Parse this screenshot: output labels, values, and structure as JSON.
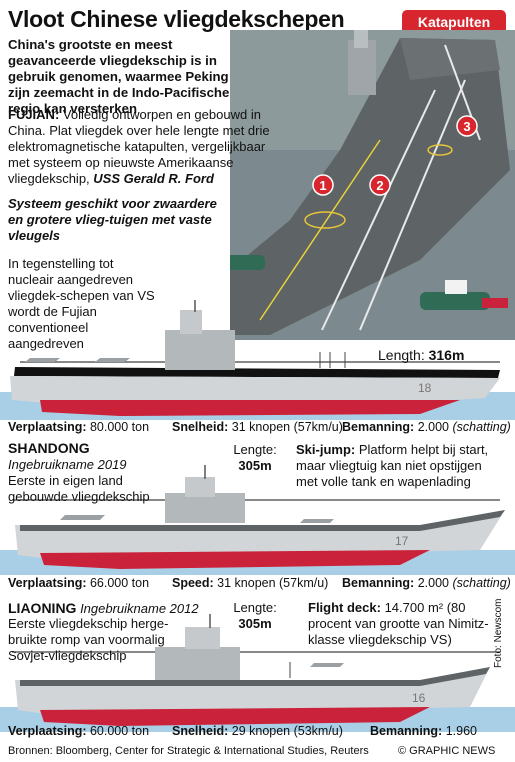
{
  "title": "Vloot Chinese vliegdekschepen",
  "badge": "Katapulten",
  "intro": "China's grootste en meest geavanceerde vliegdekschip is in gebruik genomen, waarmee Peking zijn zeemacht in de Indo-Pacifische regio kan versterken",
  "fujian": {
    "name": "FUJIAN:",
    "text1": " Volledig ontworpen en gebouwd in China. Plat vliegdek over hele lengte met drie elektromagnetische katapulten, vergelijkbaar met systeem op nieuwste Amerikaanse vliegdekschip, ",
    "text2": "USS Gerald R. Ford"
  },
  "system_note": "Systeem geschikt voor zwaardere en grotere vlieg-tuigen met vaste vleugels",
  "nuclear_note": "In tegenstelling tot nucleair aangedreven vliegdek-schepen van VS wordt de Fujian conventioneel aangedreven",
  "catapults": [
    "1",
    "2",
    "3"
  ],
  "fujian_ship": {
    "length_label": "Length: ",
    "length_value": "316m",
    "hull_number": "18",
    "stats": {
      "displacement_label": "Verplaatsing:",
      "displacement_value": " 80.000 ton",
      "speed_label": "Snelheid:",
      "speed_value": " 31 knopen (57km/u)",
      "crew_label": "Bemanning:",
      "crew_value": " 2.000",
      "crew_note": " (schatting)"
    }
  },
  "shandong": {
    "name": "SHANDONG",
    "commissioned": "Ingebruikname 2019",
    "desc": "Eerste in eigen land gebouwde vliegdekschip",
    "length_label": "Lengte:",
    "length_value": "305m",
    "note_label": "Ski-jump:",
    "note_text": " Platform helpt bij start, maar vliegtuig kan niet opstijgen met volle tank en wapenlading",
    "hull_number": "17",
    "stats": {
      "displacement_label": "Verplaatsing:",
      "displacement_value": " 66.000 ton",
      "speed_label": "Speed:",
      "speed_value": " 31 knopen (57km/u)",
      "crew_label": "Bemanning:",
      "crew_value": " 2.000",
      "crew_note": " (schatting)"
    }
  },
  "liaoning": {
    "name": "LIAONING",
    "commissioned": " Ingebruikname 2012",
    "desc": "Eerste vliegdekschip herge-bruikte romp van voormalig Sovjet-vliegdekschip",
    "length_label": "Lengte:",
    "length_value": "305m",
    "note_label": "Flight deck:",
    "note_text": " 14.700 m² (80 procent van grootte van Nimitz-klasse vliegdekschip VS)",
    "hull_number": "16",
    "stats": {
      "displacement_label": "Verplaatsing:",
      "displacement_value": " 60.000 ton",
      "speed_label": "Snelheid:",
      "speed_value": " 29 knopen (53km/u)",
      "crew_label": "Bemanning:",
      "crew_value": " 1.960"
    }
  },
  "sources": "Bronnen: Bloomberg, Center for Strategic & International Studies, Reuters",
  "copyright": "© GRAPHIC NEWS",
  "photo_credit": "Foto: Newscom",
  "colors": {
    "accent": "#d8262e",
    "hull": "#c9223a",
    "water": "#a9cfe6",
    "deck": "#5e6366"
  }
}
